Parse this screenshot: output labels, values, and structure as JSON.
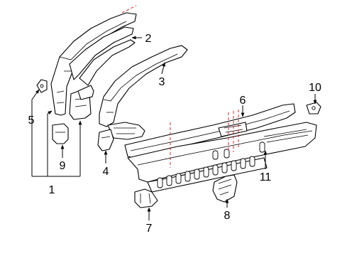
{
  "callouts": [
    {
      "id": "c1",
      "text": "1"
    },
    {
      "id": "c2",
      "text": "2"
    },
    {
      "id": "c3",
      "text": "3"
    },
    {
      "id": "c4",
      "text": "4"
    },
    {
      "id": "c5",
      "text": "5"
    },
    {
      "id": "c6",
      "text": "6"
    },
    {
      "id": "c7",
      "text": "7"
    },
    {
      "id": "c8",
      "text": "8"
    },
    {
      "id": "c9",
      "text": "9"
    },
    {
      "id": "c10",
      "text": "10"
    },
    {
      "id": "c11",
      "text": "11"
    }
  ],
  "colors": {
    "line": "#000000",
    "cut_line": "#e0262b",
    "background": "#ffffff"
  }
}
